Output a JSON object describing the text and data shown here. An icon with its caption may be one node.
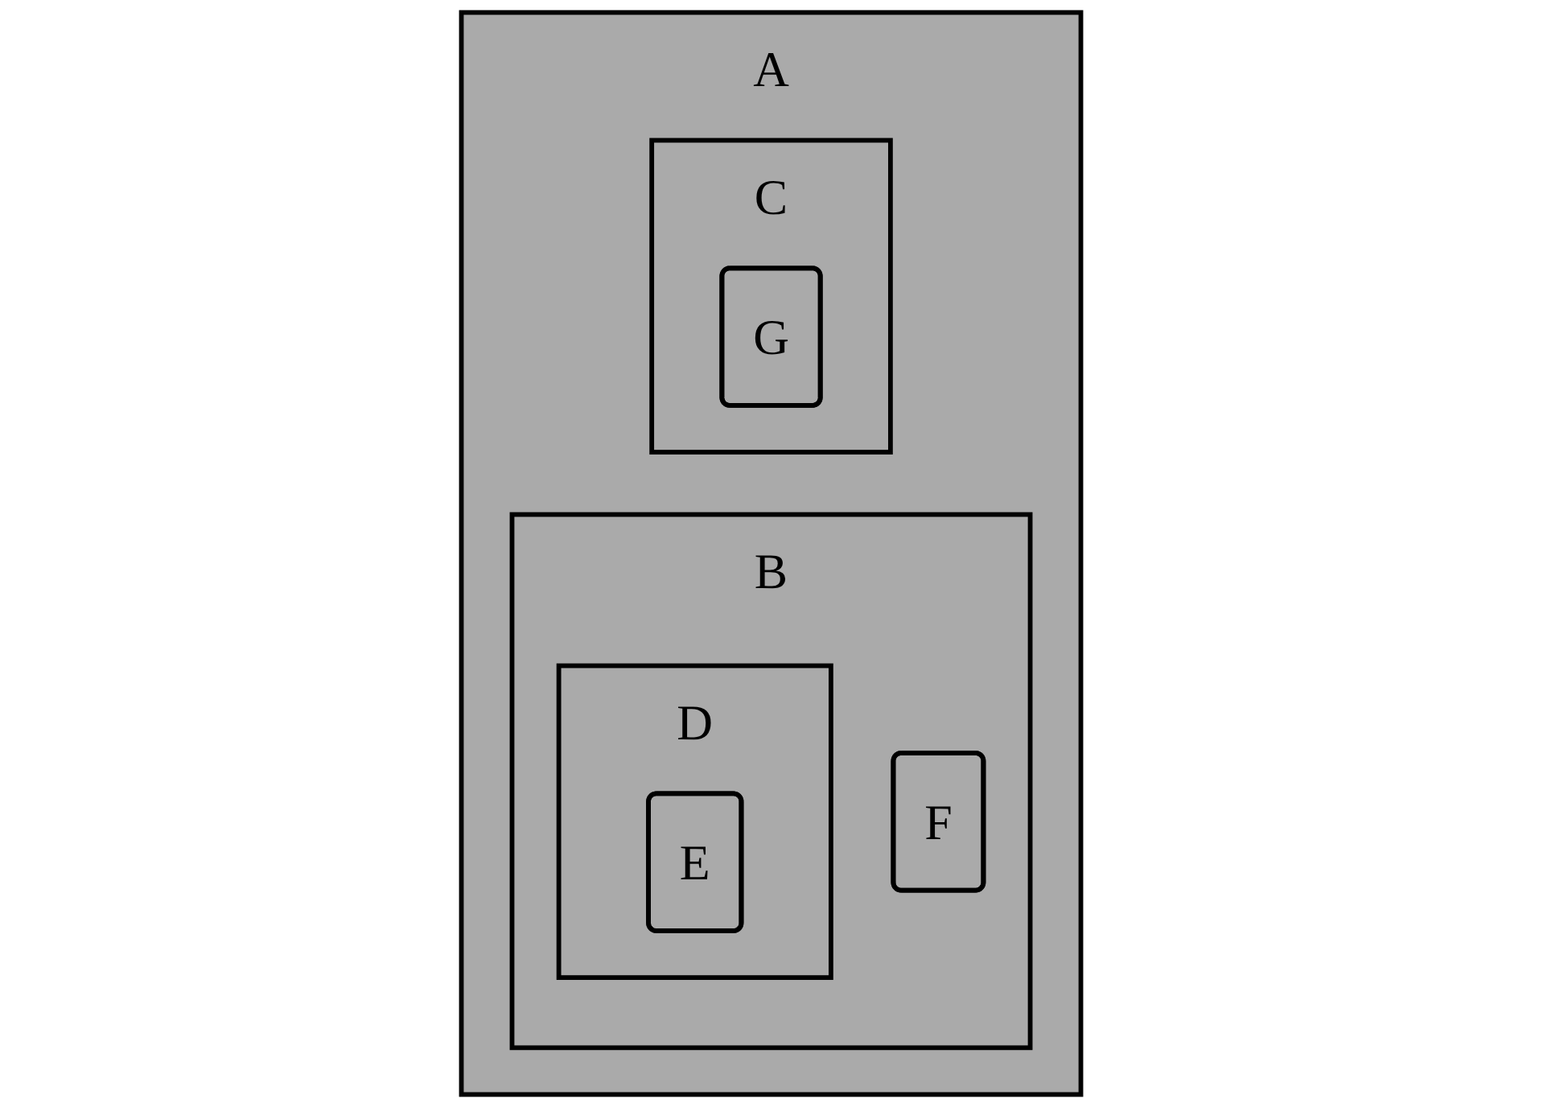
{
  "diagram": {
    "nodes": [
      {
        "text": [
          "A"
        ]
      },
      {
        "text": [
          "B"
        ],
        "in": 0
      },
      {
        "text": [
          "D"
        ],
        "in": 1
      },
      {
        "text": [
          "E"
        ],
        "in": 2
      },
      {
        "text": [
          "F"
        ],
        "in": 1
      },
      {
        "text": [
          "C"
        ],
        "in": 0
      },
      {
        "text": [
          "G"
        ],
        "in": 5
      }
    ]
  }
}
